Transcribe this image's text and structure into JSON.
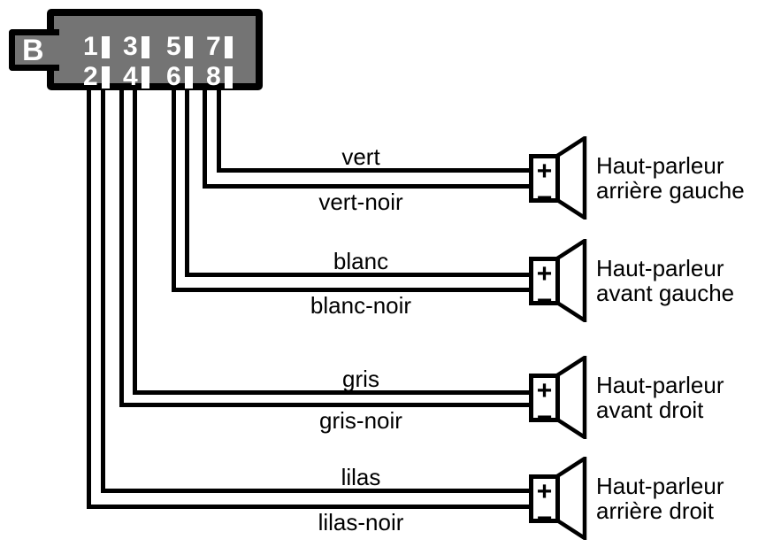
{
  "connector": {
    "label": "B",
    "pin_rows": [
      [
        "1",
        "3",
        "5",
        "7"
      ],
      [
        "2",
        "4",
        "6",
        "8"
      ]
    ]
  },
  "speakers": [
    {
      "plus_wire": "vert",
      "minus_wire": "vert-noir",
      "plus_sign": "+",
      "minus_sign": "−",
      "name_line1": "Haut-parleur",
      "name_line2": "arrière gauche"
    },
    {
      "plus_wire": "blanc",
      "minus_wire": "blanc-noir",
      "plus_sign": "+",
      "minus_sign": "−",
      "name_line1": "Haut-parleur",
      "name_line2": "avant gauche"
    },
    {
      "plus_wire": "gris",
      "minus_wire": "gris-noir",
      "plus_sign": "+",
      "minus_sign": "−",
      "name_line1": "Haut-parleur",
      "name_line2": "avant droit"
    },
    {
      "plus_wire": "lilas",
      "minus_wire": "lilas-noir",
      "plus_sign": "+",
      "minus_sign": "−",
      "name_line1": "Haut-parleur",
      "name_line2": "arrière droit"
    }
  ],
  "colors": {
    "connector_fill": "#747474",
    "line": "#000000",
    "pin_slot": "#ffffff",
    "background": "#ffffff"
  }
}
